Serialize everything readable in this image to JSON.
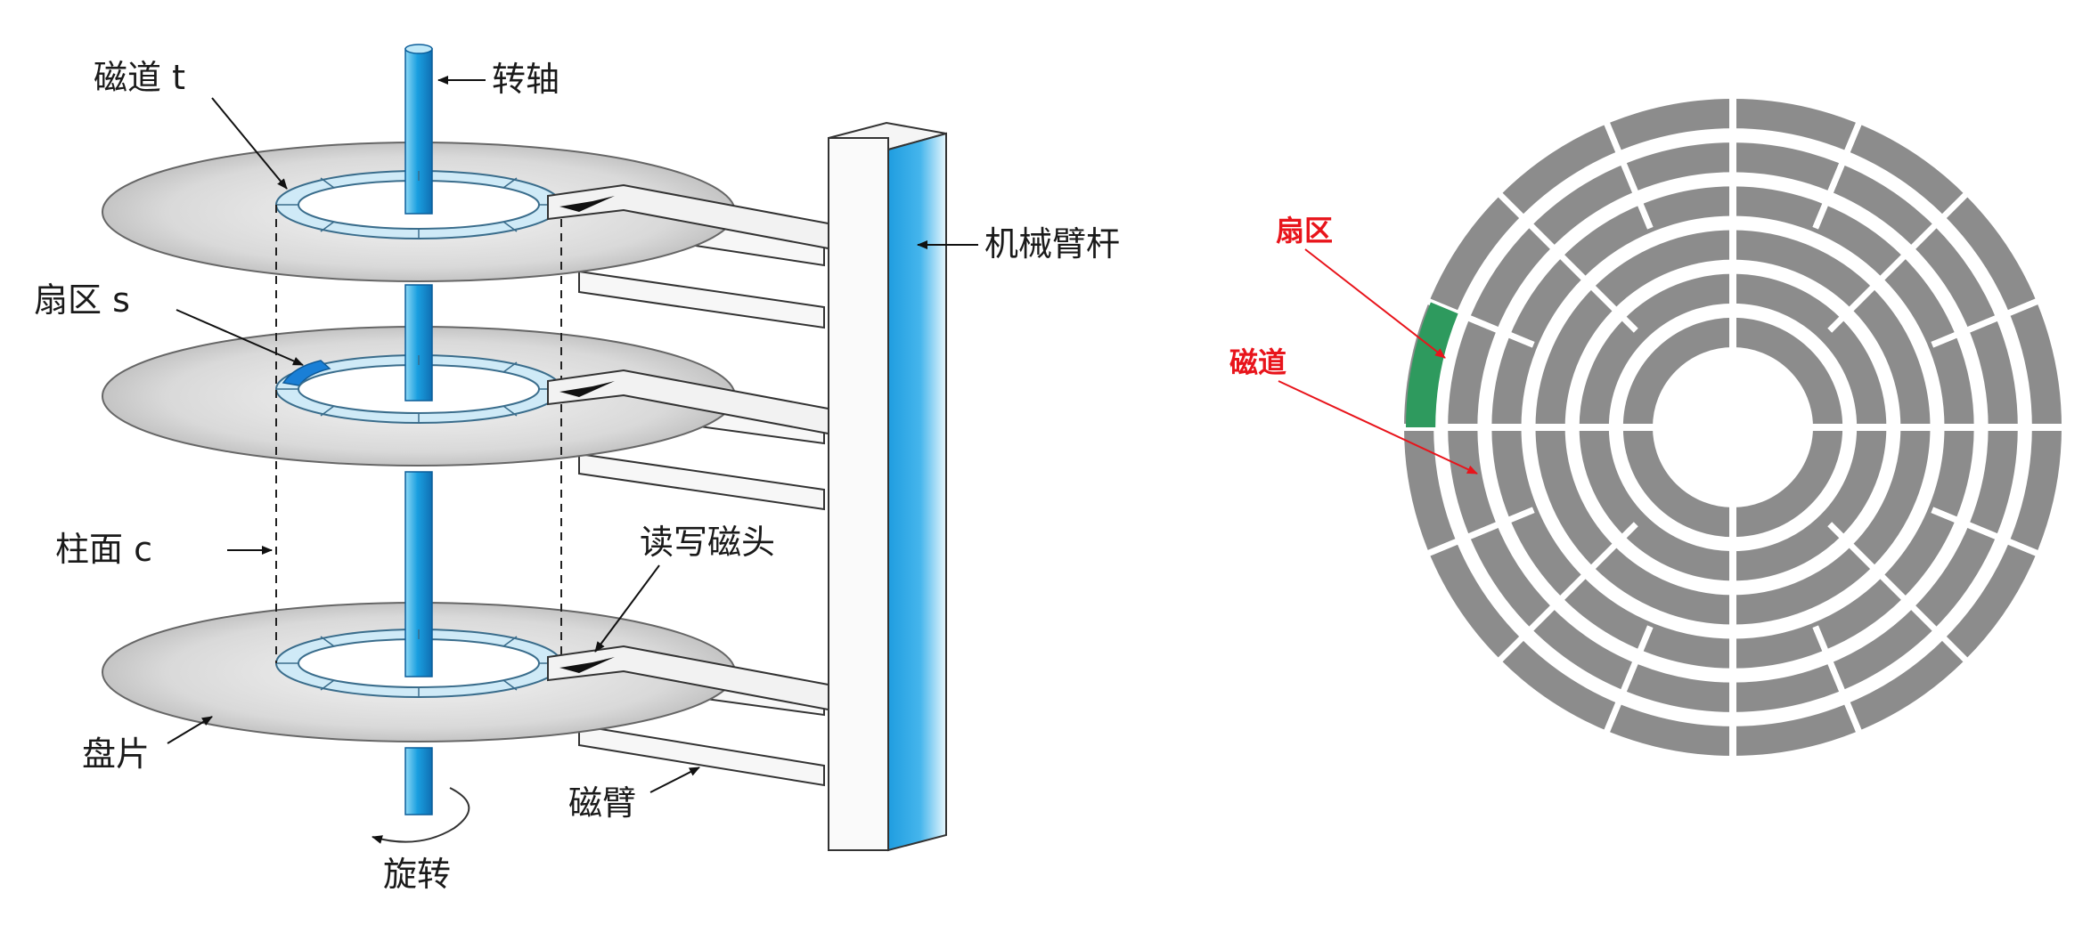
{
  "left_diagram": {
    "labels": {
      "track": "磁道 t",
      "spindle": "转轴",
      "arm_assembly": "机械臂杆",
      "sector": "扇区 s",
      "cylinder": "柱面 c",
      "rw_head": "读写磁头",
      "platter": "盘片",
      "arm": "磁臂",
      "rotation": "旋转"
    }
  },
  "right_diagram": {
    "labels": {
      "sector": "扇区",
      "track": "磁道"
    },
    "track_count": 6,
    "colors": {
      "track": "#8c8c8c",
      "highlighted_sector": "#2e9a5e",
      "annotation": "#e8141b"
    }
  }
}
